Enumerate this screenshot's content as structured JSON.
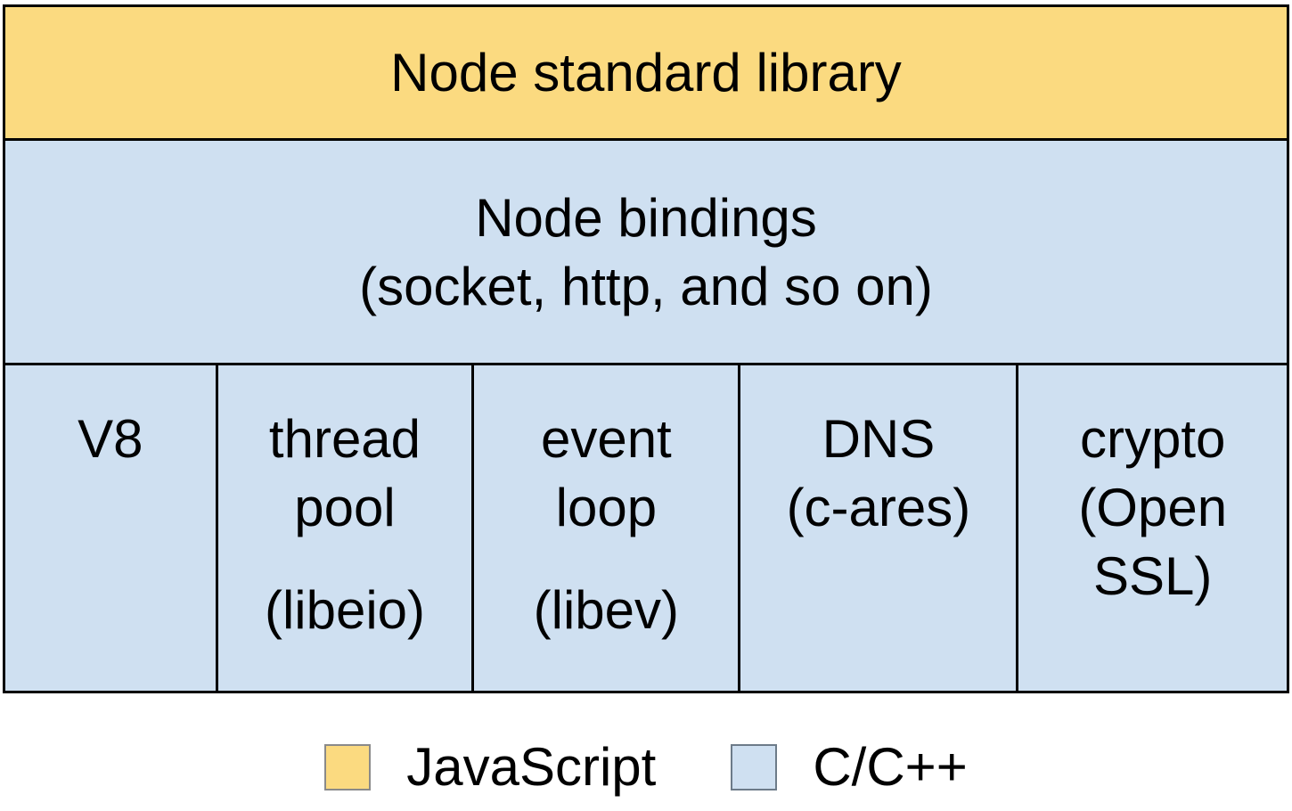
{
  "diagram": {
    "layers": {
      "standard_library": {
        "label": "Node standard library",
        "language": "JavaScript"
      },
      "bindings": {
        "line1": "Node bindings",
        "line2": "(socket, http, and so on)",
        "language": "C/C++"
      },
      "components": [
        {
          "id": "v8",
          "lines": [
            "V8"
          ]
        },
        {
          "id": "thread-pool",
          "lines": [
            "thread",
            "pool",
            "(libeio)"
          ]
        },
        {
          "id": "event-loop",
          "lines": [
            "event",
            "loop",
            "(libev)"
          ]
        },
        {
          "id": "dns",
          "lines": [
            "DNS",
            "(c-ares)"
          ]
        },
        {
          "id": "crypto",
          "lines": [
            "crypto",
            "(Open",
            "SSL)"
          ]
        }
      ]
    },
    "colors": {
      "javascript_fill": "#FBDA80",
      "c_cpp_fill": "#CFE0F1",
      "border": "#000000"
    }
  },
  "legend": {
    "items": [
      {
        "label": "JavaScript",
        "color": "#FBDA80"
      },
      {
        "label": "C/C++",
        "color": "#CFE0F1"
      }
    ]
  }
}
